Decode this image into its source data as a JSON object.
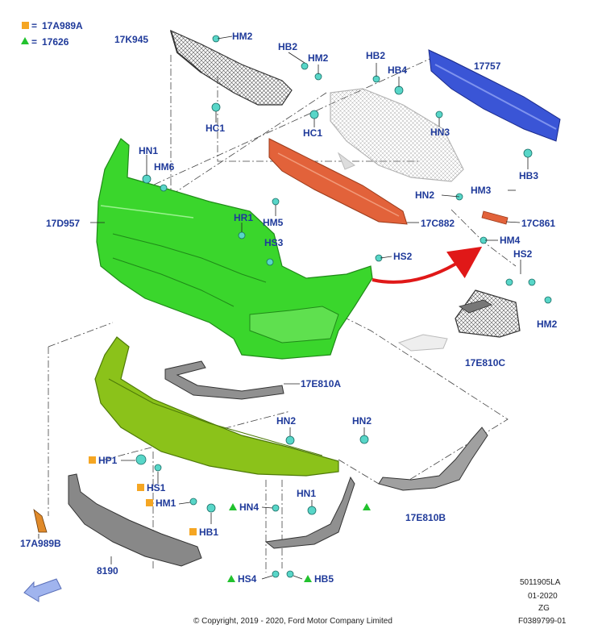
{
  "legend": [
    {
      "code": "17A989A",
      "symbol": "square",
      "color": "#f5a623"
    },
    {
      "code": "17626",
      "symbol": "triangle",
      "color": "#22c22e"
    }
  ],
  "legend_sep": "=",
  "callouts": {
    "p17K945": "17K945",
    "hm2_a": "HM2",
    "hb2_a": "HB2",
    "hm2_b": "HM2",
    "hb2_b": "HB2",
    "hb4": "HB4",
    "p17757": "17757",
    "hc1_a": "HC1",
    "hc1_b": "HC1",
    "hn3": "HN3",
    "hn1_a": "HN1",
    "hm6": "HM6",
    "hb3": "HB3",
    "hn2_a": "HN2",
    "hm3": "HM3",
    "p17D957": "17D957",
    "hr1": "HR1",
    "hm5": "HM5",
    "p17C882": "17C882",
    "p17C861": "17C861",
    "hm4": "HM4",
    "hs3": "HS3",
    "hs2_a": "HS2",
    "hs2_b": "HS2",
    "hm2_c": "HM2",
    "p17E810C": "17E810C",
    "p17E810A": "17E810A",
    "hn2_b": "HN2",
    "hn2_c": "HN2",
    "hp1": "HP1",
    "hs1": "HS1",
    "hm1": "HM1",
    "hb1": "HB1",
    "hn4": "HN4",
    "hn1_b": "HN1",
    "p17E810B": "17E810B",
    "p17A989B": "17A989B",
    "p8190": "8190",
    "hs4": "HS4",
    "hb5": "HB5"
  },
  "colors": {
    "bumper_cover": "#3ad62c",
    "lower_valance": "#8bc21a",
    "absorber": "#e2623a",
    "reinforcement": "#3a55d6",
    "upper_grille_ghost": "#d0d0d0",
    "grille": "#808080",
    "trim": "#909090",
    "lead_arrow": "#e01818",
    "callout_text": "#1f3a9a"
  },
  "footer": {
    "copyright": "© Copyright, 2019 - 2020, Ford Motor Company Limited",
    "id1": "5011905LA",
    "id2": "01-2020",
    "id3": "ZG",
    "id4": "F0389799-01"
  },
  "icons": [
    "view-direction-arrow-icon",
    "fastener-clip-icon"
  ]
}
